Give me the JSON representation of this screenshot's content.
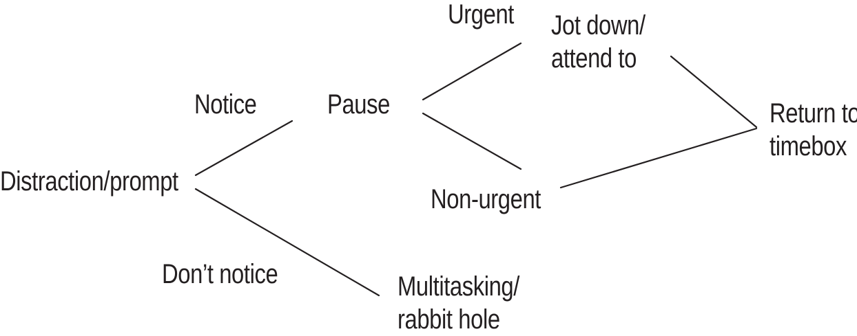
{
  "diagram": {
    "nodes": {
      "distraction": "Distraction/prompt",
      "pause": "Pause",
      "jot_down": [
        "Jot down/",
        "attend to"
      ],
      "non_urgent": "Non-urgent",
      "return": [
        "Return to",
        "timebox"
      ],
      "multitasking": [
        "Multitasking/",
        "rabbit hole"
      ]
    },
    "edge_labels": {
      "notice": "Notice",
      "dont_notice": "Don’t notice",
      "urgent": "Urgent"
    },
    "colors": {
      "ink": "#231f20",
      "background": "#ffffff"
    }
  }
}
